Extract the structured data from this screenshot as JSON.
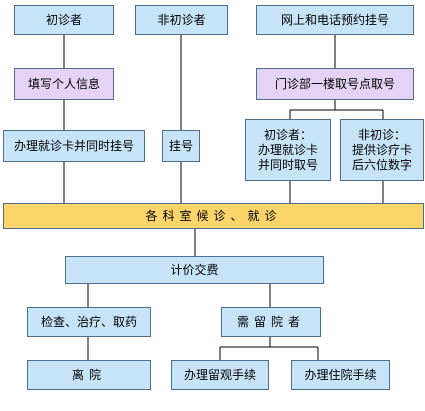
{
  "nodes": {
    "first_visit": "初诊者",
    "revisit": "非初诊者",
    "online_phone": "网上和电话预约挂号",
    "fill_info": "填写个人信息",
    "clinic_ticket": "门诊部一楼取号点取号",
    "card_and_register": "办理就诊卡并同时挂号",
    "register": "挂号",
    "first_take_number": "初诊者：\n办理就诊卡\n并同时取号",
    "revisit_card_digits": "非初诊：\n提供诊疗卡\n后六位数字",
    "waiting": "各科室候诊、就诊",
    "billing": "计价交费",
    "exam_treat_med": "检查、治疗、取药",
    "need_inpatient": "需留院者",
    "leave": "离院",
    "observation": "办理留观手续",
    "admission": "办理住院手续"
  },
  "colors": {
    "box_blue": "#c6e3f7",
    "box_purple": "#e4d3f4",
    "box_yellow": "#fbd46a",
    "border": "#4d6f8f",
    "line": "#000000"
  }
}
